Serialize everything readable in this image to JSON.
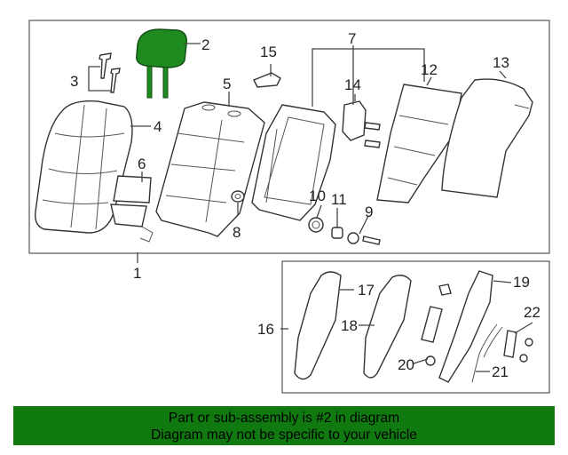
{
  "colors": {
    "highlight": "#1f8a1f",
    "banner": "#107a10"
  },
  "callouts": {
    "n1": "1",
    "n2": "2",
    "n3": "3",
    "n4": "4",
    "n5": "5",
    "n6": "6",
    "n7": "7",
    "n8": "8",
    "n9": "9",
    "n10": "10",
    "n11": "11",
    "n12": "12",
    "n13": "13",
    "n14": "14",
    "n15": "15",
    "n16": "16",
    "n17": "17",
    "n18": "18",
    "n19": "19",
    "n20": "20",
    "n21": "21",
    "n22": "22"
  },
  "banner": {
    "line1": "Part or sub-assembly is #2 in diagram",
    "line2": "Diagram may not be specific to your vehicle"
  }
}
